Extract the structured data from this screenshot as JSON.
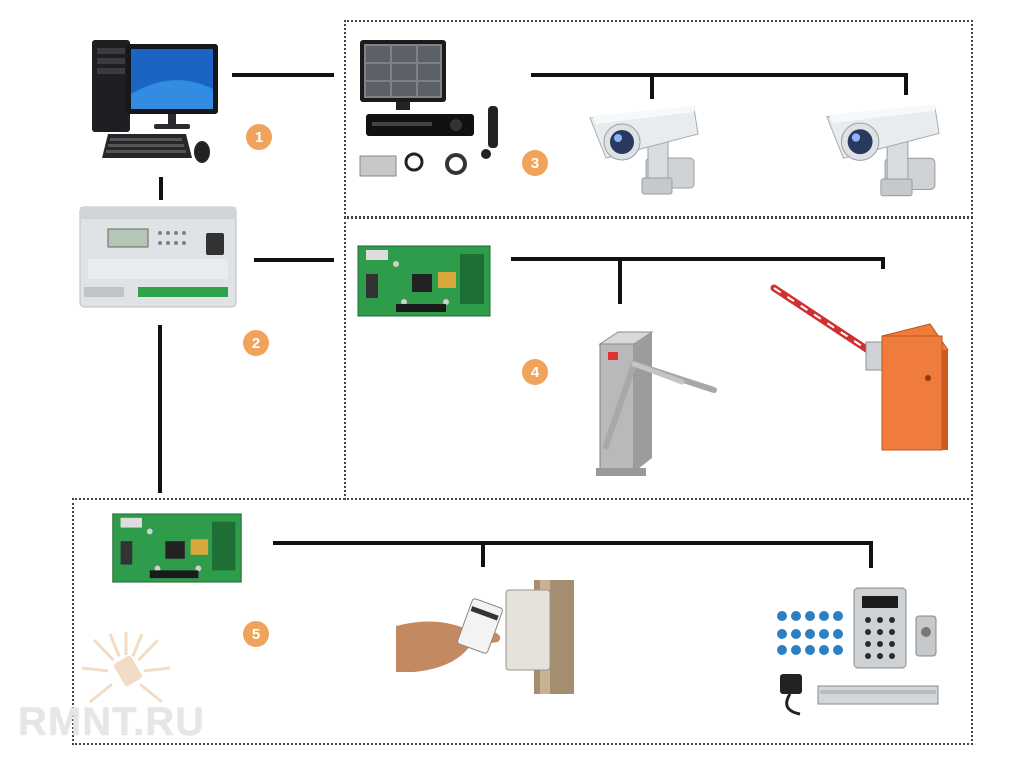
{
  "badges": [
    "1",
    "2",
    "3",
    "4",
    "5"
  ],
  "colors": {
    "badge": "#f0a35a",
    "line": "#111111",
    "box_border": "#444444",
    "barrier": "#ef7b3c",
    "pcb": "#2f9c4b"
  },
  "watermark": {
    "text": "RMNT.RU"
  },
  "icons": [
    "computer-icon",
    "controller-icon",
    "dvr-icon",
    "camera-icon",
    "circuit-board-icon",
    "turnstile-icon",
    "barrier-gate-icon",
    "card-reader-icon",
    "keypad-kit-icon"
  ]
}
